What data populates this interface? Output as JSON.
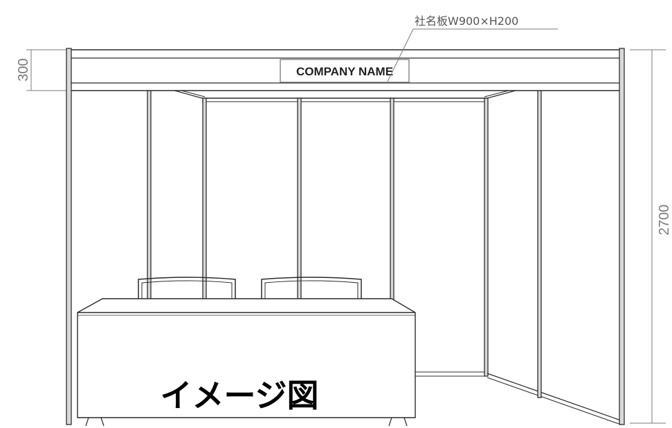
{
  "diagram": {
    "fascia_note": "社名板W900×H200",
    "company_name": "COMPANY NAME",
    "dim_fascia_height": "300",
    "dim_total_height": "2700",
    "caption": "イメージ図"
  },
  "colors": {
    "line": "#2a2a2a",
    "dimension": "#7a7a7a",
    "post_fill": "#d9d9d9",
    "background": "#ffffff"
  }
}
